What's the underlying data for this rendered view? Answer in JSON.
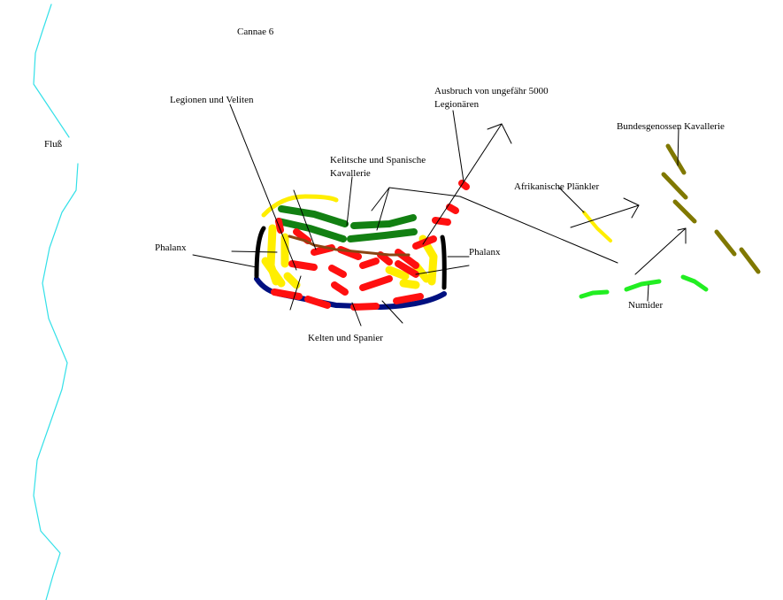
{
  "title": "Cannae 6",
  "labels": {
    "river": "Fluß",
    "legions": "Legionen und Veliten",
    "celtic_cavalry_1": "Kelitsche und Spanische",
    "celtic_cavalry_2": "Kavallerie",
    "breakout_1": "Ausbruch von ungefähr 5000",
    "breakout_2": "Legionären",
    "african_skirmishers": "Afrikanische Plänkler",
    "allied_cavalry": "Bundesgenossen Kavallerie",
    "phalanx_left": "Phalanx",
    "phalanx_right": "Phalanx",
    "celts_spaniards": "Kelten und Spanier",
    "numidians": "Numider"
  },
  "colors": {
    "river": "#33e0e8",
    "roman": "#ff1010",
    "carthage_yellow": "#ffee00",
    "cavalry_green": "#128012",
    "numidian_green": "#22ee22",
    "allied_olive": "#807800",
    "navy": "#001080",
    "brown": "#8b4513"
  }
}
